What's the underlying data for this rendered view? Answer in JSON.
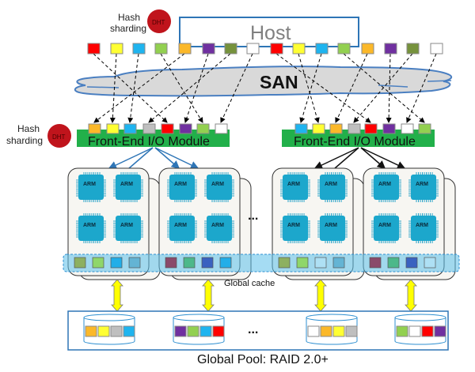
{
  "host": {
    "label": "Host"
  },
  "san": {
    "label": "SAN"
  },
  "hash_top": {
    "line1": "Hash",
    "line2": "sharding",
    "badge": "DHT"
  },
  "hash_left": {
    "line1": "Hash",
    "line2": "sharding",
    "badge": "DHT"
  },
  "colors": {
    "red": "#ff0000",
    "yellow": "#ffff33",
    "blue": "#1fb4ef",
    "lightgreen": "#92d050",
    "orange": "#fbb829",
    "purple": "#7030a0",
    "olive": "#76923c",
    "white": "#ffffff",
    "gray": "#bfbfbf",
    "module_green": "#22b04a",
    "dht_red": "#c0141c",
    "line_blue": "#2e75b6"
  },
  "host_blocks": [
    "red",
    "yellow",
    "blue",
    "lightgreen",
    "orange",
    "purple",
    "olive",
    "white",
    "red",
    "yellow",
    "blue",
    "lightgreen",
    "orange",
    "purple",
    "olive",
    "white"
  ],
  "modules": [
    {
      "label": "Front-End I/O Module",
      "blocks": [
        "orange",
        "yellow",
        "blue",
        "gray",
        "red",
        "purple",
        "lightgreen",
        "white"
      ]
    },
    {
      "label": "Front-End I/O Module",
      "blocks": [
        "blue",
        "yellow",
        "orange",
        "gray",
        "red",
        "purple",
        "white",
        "lightgreen"
      ]
    }
  ],
  "chip_label": "ARM",
  "controllers": [
    {
      "cache": [
        "#8db060",
        "#8fd66a",
        "#22aee8",
        "#64b4d4"
      ]
    },
    {
      "cache": [
        "#8a4a6a",
        "#4db88a",
        "#3a62c0",
        "#22aee8"
      ]
    },
    {
      "cache": [
        "#8db060",
        "#8fd66a",
        "#aee0f4",
        "#64b4d4"
      ]
    },
    {
      "cache": [
        "#8a4a6a",
        "#4db88a",
        "#3a62c0",
        "#aee0f4"
      ]
    }
  ],
  "ellipsis_mid": "...",
  "global_cache": {
    "label": "Global cache"
  },
  "pool": {
    "label": "Global Pool: RAID 2.0+",
    "ellipsis": "...",
    "disks": [
      [
        "orange",
        "yellow",
        "gray",
        "blue"
      ],
      [
        "purple",
        "lightgreen",
        "blue",
        "red"
      ],
      [
        "white",
        "orange",
        "yellow",
        "gray"
      ],
      [
        "lightgreen",
        "white",
        "red",
        "purple"
      ]
    ]
  }
}
